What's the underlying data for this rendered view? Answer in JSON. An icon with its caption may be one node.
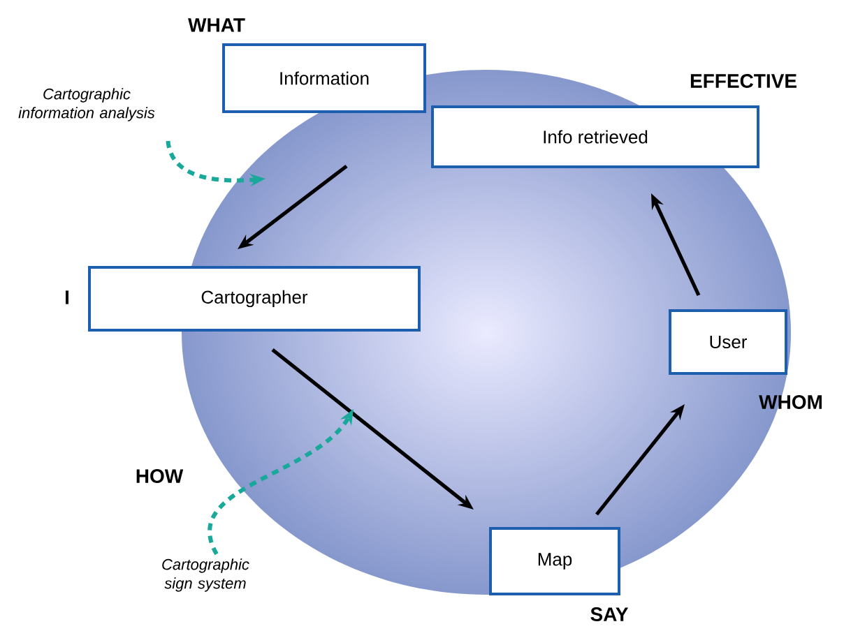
{
  "diagram": {
    "nodes": [
      {
        "text": [
          "Information"
        ],
        "beside": [
          "WHAT"
        ]
      },
      {
        "text": [
          "Cartographic information analysis"
        ]
      },
      {
        "text": [
          "Info retrieved"
        ],
        "beside": [
          "EFFECTIVE"
        ]
      },
      {
        "text": [
          "Cartographer"
        ],
        "beside": [
          "I"
        ]
      },
      {
        "text": [
          "User"
        ],
        "beside": [
          "WHOM"
        ]
      },
      {
        "text": [
          "Map"
        ],
        "beside": [
          "SAY"
        ]
      },
      {
        "text": [
          "Cartographic sign system"
        ]
      }
    ],
    "edges": [
      {
        "from": 0,
        "to": 3,
        "arrow": "to"
      },
      {
        "from": 3,
        "to": 5,
        "arrow": "to"
      },
      {
        "from": 5,
        "to": 4,
        "arrow": "to"
      },
      {
        "from": 4,
        "to": 2,
        "arrow": "to"
      },
      {
        "from": 1,
        "to": null,
        "arrow": "to",
        "style": "dashed",
        "color": "#19a99a"
      },
      {
        "from": 6,
        "to": null,
        "arrow": "to",
        "style": "dashed",
        "color": "#19a99a"
      }
    ],
    "labels": [
      "HOW"
    ]
  }
}
